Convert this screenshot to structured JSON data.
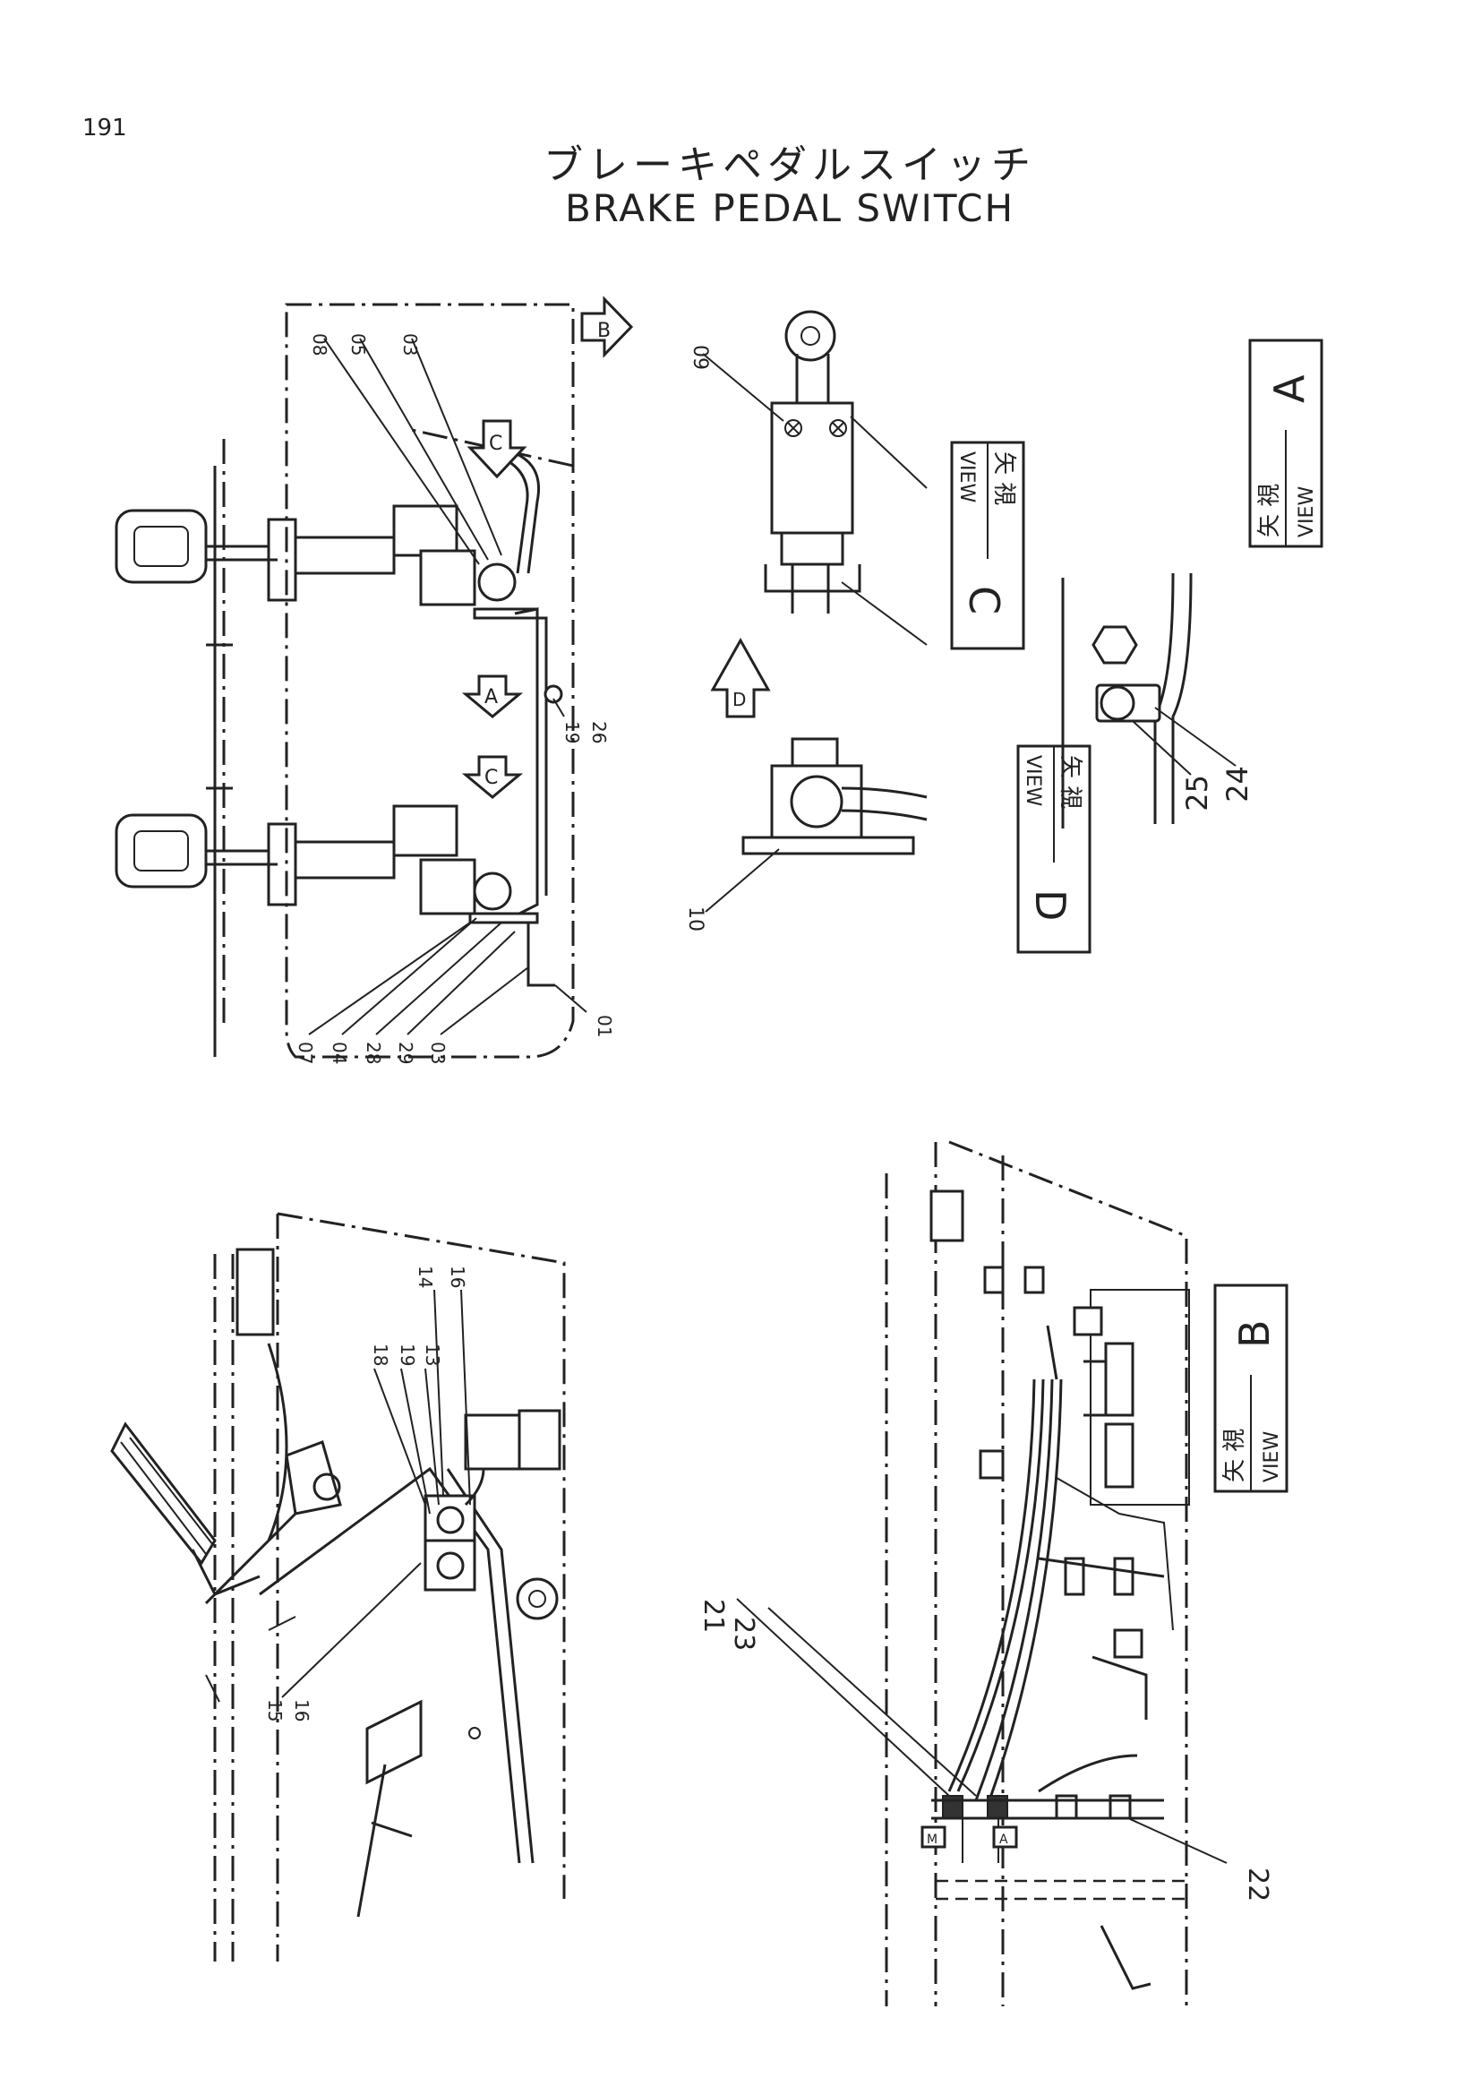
{
  "page_number": "191",
  "title_jp": "ブレーキペダルスイッチ",
  "title_en": "BRAKE PEDAL SWITCH",
  "view_boxes": {
    "c": {
      "kanji": "矢 視",
      "word": "VIEW",
      "letter": "C"
    },
    "d": {
      "kanji": "矢 視",
      "word": "VIEW",
      "letter": "D"
    },
    "a": {
      "kanji": "矢 視",
      "word": "VIEW",
      "letter": "A"
    },
    "b": {
      "kanji": "矢 視",
      "word": "VIEW",
      "letter": "B"
    }
  },
  "arrows": {
    "a": "A",
    "b": "B",
    "c1": "C",
    "c2": "C",
    "d": "D"
  },
  "callouts": {
    "top_view": [
      "08",
      "05",
      "03",
      "19",
      "26",
      "07",
      "04",
      "28",
      "29",
      "03",
      "01"
    ],
    "view_c": [
      "09"
    ],
    "view_d": [
      "10"
    ],
    "view_a": [
      "25",
      "24"
    ],
    "side_view": [
      "18",
      "19",
      "13",
      "14",
      "16",
      "15",
      "16"
    ],
    "view_b": [
      "21",
      "23",
      "22"
    ]
  },
  "connector_tags": {
    "m": "M",
    "a": "A"
  }
}
